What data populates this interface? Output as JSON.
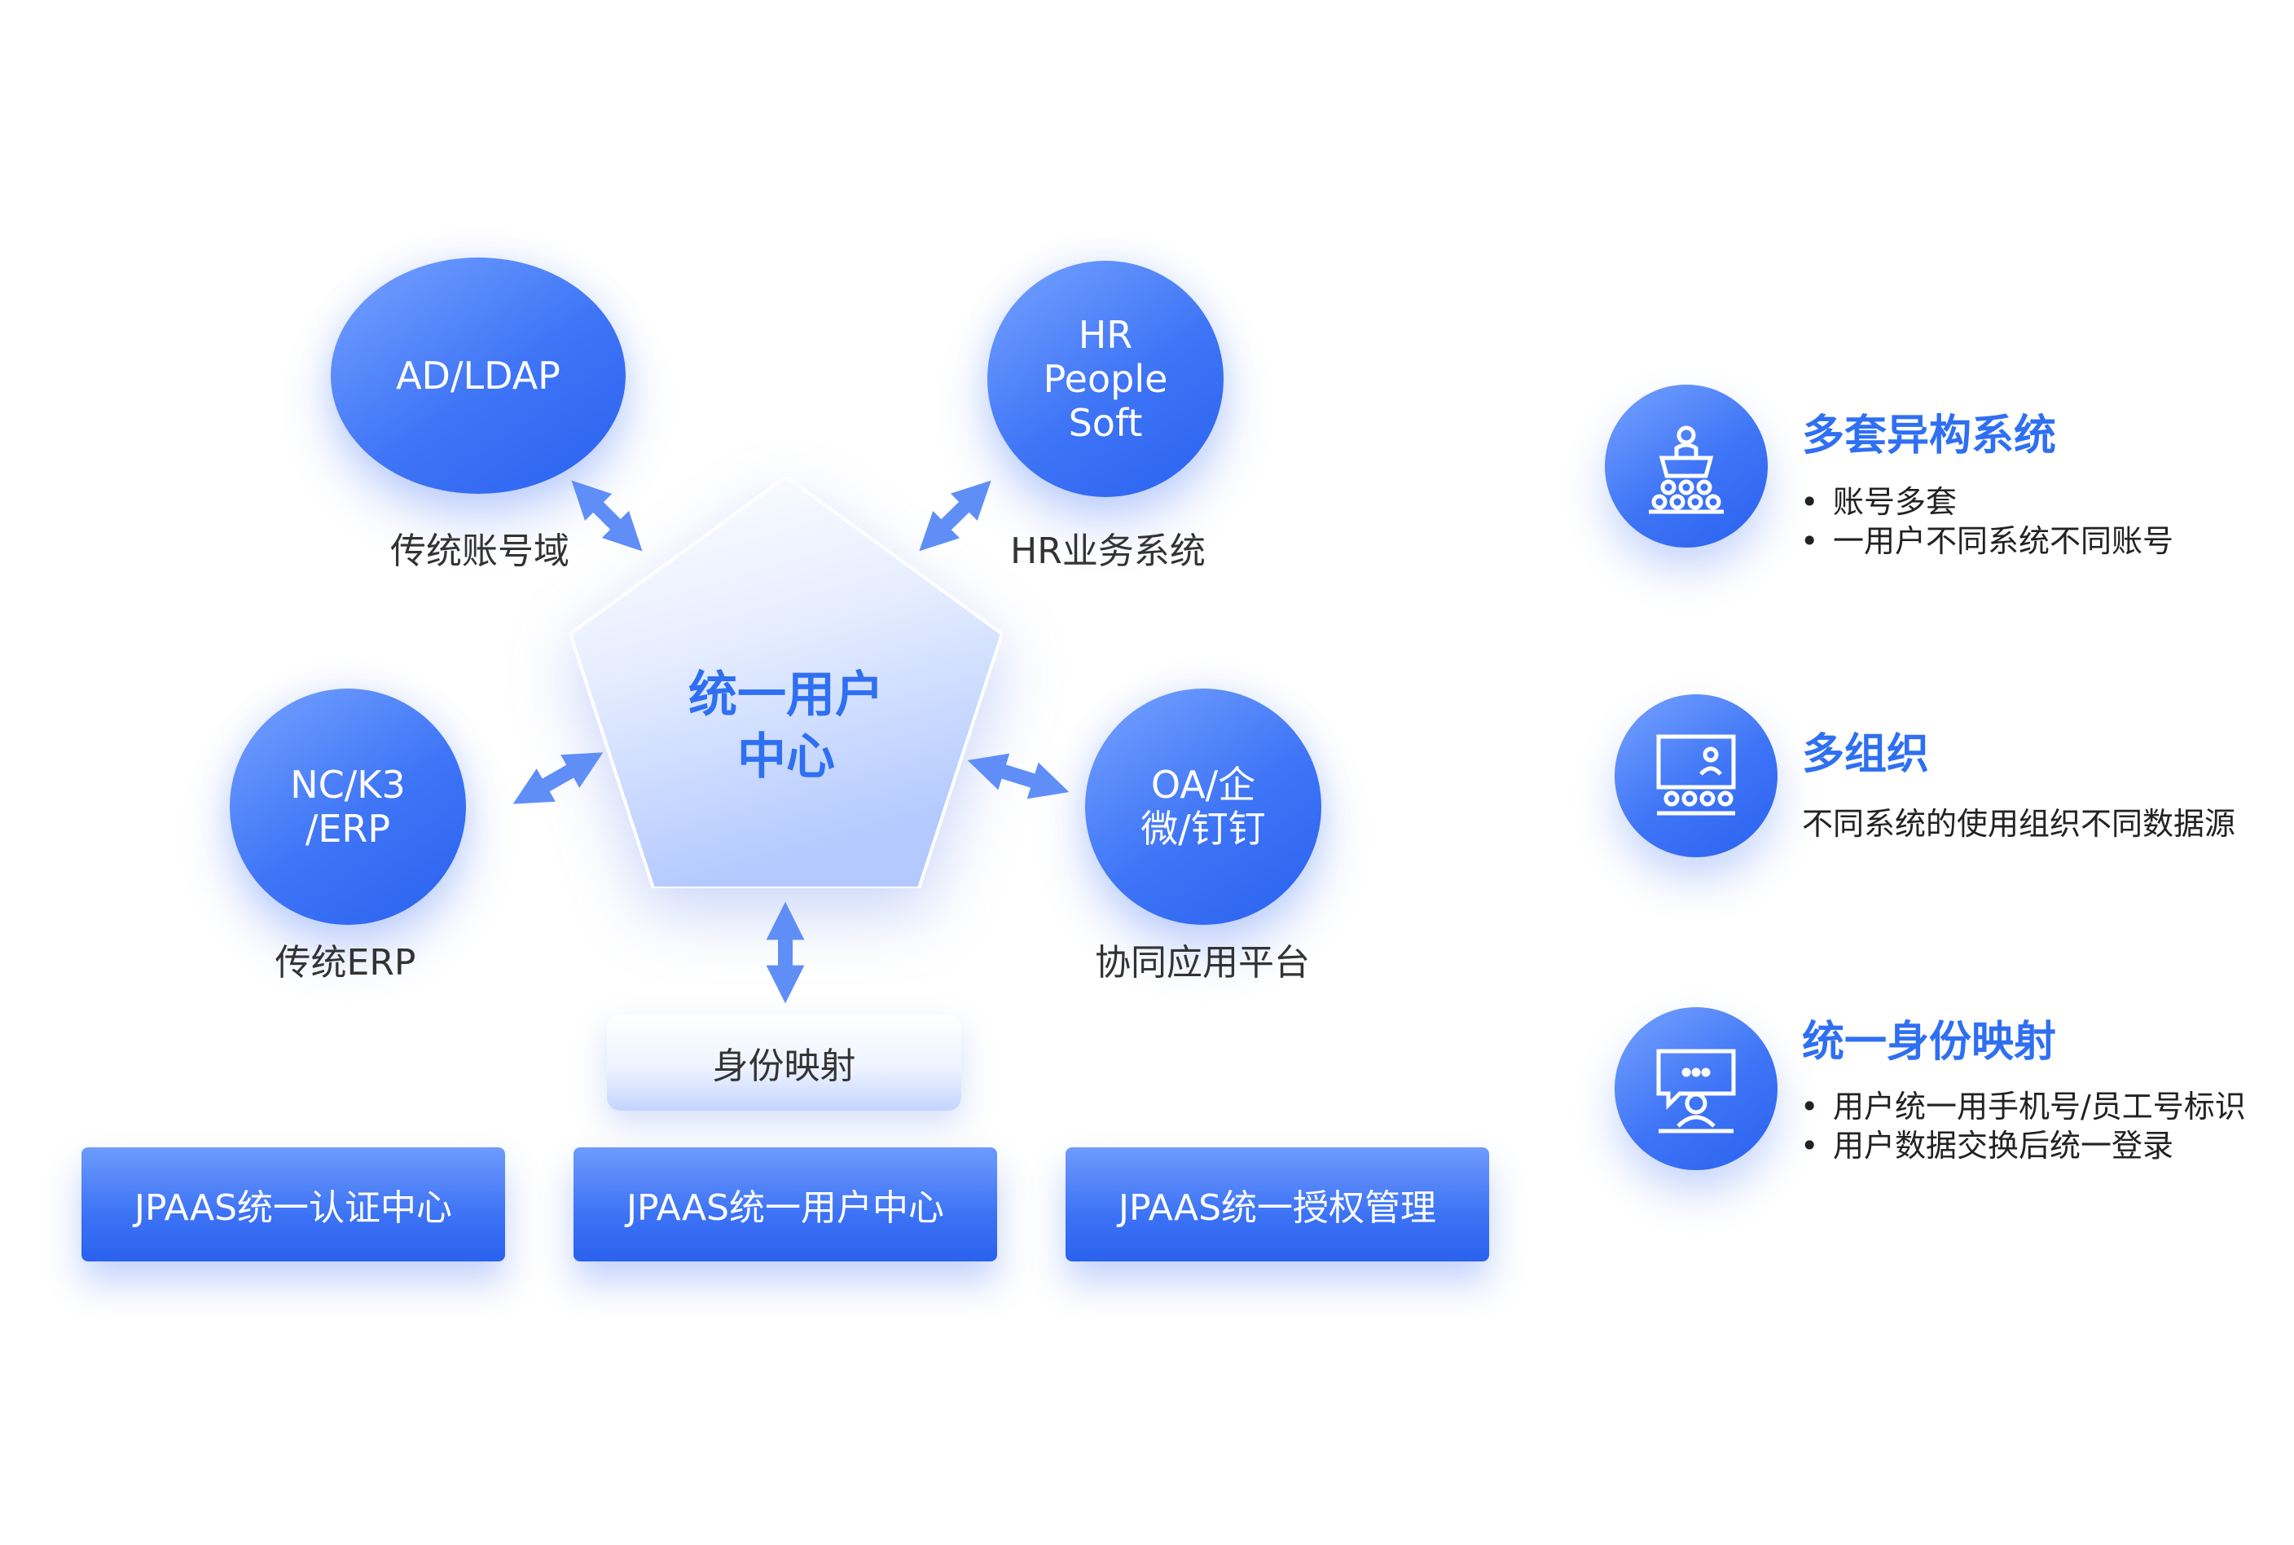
{
  "nodes": {
    "ad": {
      "label": "AD/LDAP",
      "caption": "传统账号域"
    },
    "hr": {
      "line1": "HR",
      "line2": "People",
      "line3": "Soft",
      "caption": "HR业务系统"
    },
    "nc": {
      "line1": "NC/K3",
      "line2": "/ERP",
      "caption": "传统ERP"
    },
    "oa": {
      "line1": "OA/企",
      "line2": "微/钉钉",
      "caption": "协同应用平台"
    }
  },
  "center": {
    "line1": "统一用户",
    "line2": "中心"
  },
  "identity_mapping": "身份映射",
  "platform_bars": [
    "JPAAS统一认证中心",
    "JPAAS统一用户中心",
    "JPAAS统一授权管理"
  ],
  "features": [
    {
      "title": "多套异构系统",
      "icon": "presentation-audience-icon",
      "items": [
        "账号多套",
        "一用户不同系统不同账号"
      ]
    },
    {
      "title": "多组织",
      "icon": "screen-audience-icon",
      "text": "不同系统的使用组织不同数据源"
    },
    {
      "title": "统一身份映射",
      "icon": "chat-person-icon",
      "items": [
        "用户统一用手机号/员工号标识",
        "用户数据交换后统一登录"
      ]
    }
  ],
  "colors": {
    "primary": "#3e74f6",
    "title_blue": "#2f6ff2",
    "arrow": "#5f8ef7"
  }
}
